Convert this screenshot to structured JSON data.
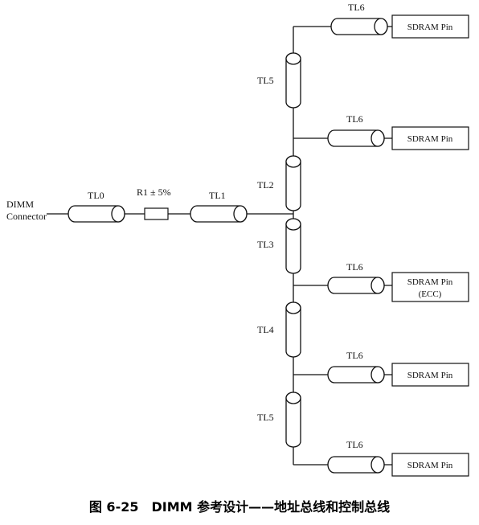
{
  "connector": {
    "line1": "DIMM",
    "line2": "Connector"
  },
  "resistor_label": "R1 ± 5%",
  "lines": {
    "tl0": "TL0",
    "tl1": "TL1",
    "tl2": "TL2",
    "tl3": "TL3",
    "tl4": "TL4",
    "tl5": "TL5",
    "tl6": "TL6"
  },
  "sdram_pin": "SDRAM Pin",
  "ecc": "(ECC)",
  "caption": "图 6-25　DIMM 参考设计——地址总线和控制总线"
}
